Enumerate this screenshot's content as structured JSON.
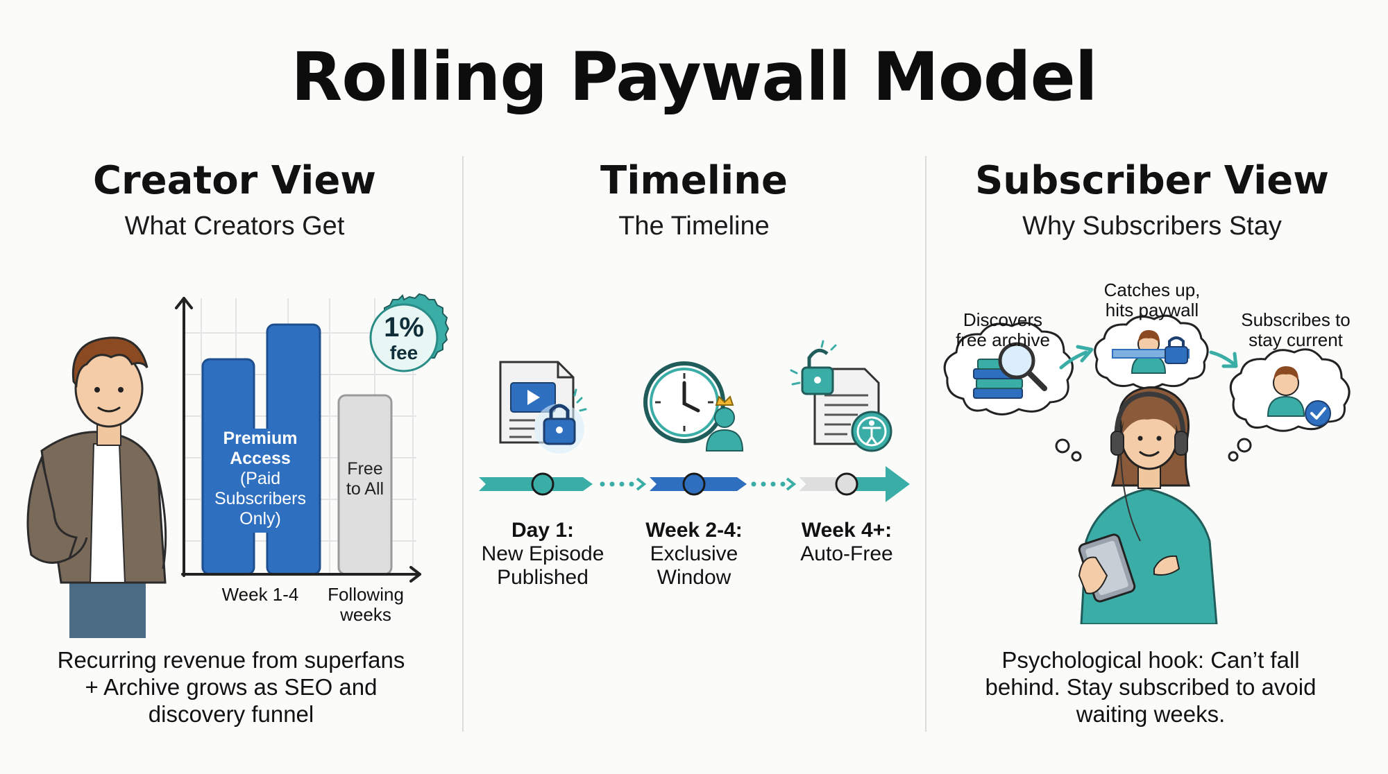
{
  "title": "Rolling Paywall Model",
  "creator": {
    "heading": "Creator View",
    "subheading": "What Creators Get",
    "fee_badge": {
      "line1": "1%",
      "line2": "fee"
    },
    "bars": {
      "premium_label": "Premium Access (Paid Subscribers Only)",
      "premium_line1": "Premium",
      "premium_line2": "Access",
      "premium_line3": "(Paid",
      "premium_line4": "Subscribers",
      "premium_line5": "Only)",
      "free_line1": "Free",
      "free_line2": "to All"
    },
    "x_labels": {
      "week": "Week 1-4",
      "following_line1": "Following",
      "following_line2": "weeks"
    },
    "caption_line1": "Recurring revenue from superfans",
    "caption_line2": "+ Archive grows as SEO and",
    "caption_line3": "discovery funnel"
  },
  "timeline": {
    "heading": "Timeline",
    "subheading": "The Timeline",
    "steps": [
      {
        "title": "Day 1:",
        "line1": "New Episode",
        "line2": "Published"
      },
      {
        "title": "Week 2-4:",
        "line1": "Exclusive",
        "line2": "Window"
      },
      {
        "title": "Week 4+:",
        "line1": "Auto-Free",
        "line2": ""
      }
    ]
  },
  "subscriber": {
    "heading": "Subscriber View",
    "subheading": "Why Subscribers Stay",
    "thoughts": [
      {
        "line1": "Discovers",
        "line2": "free archive"
      },
      {
        "line1": "Catches up,",
        "line2": "hits paywall"
      },
      {
        "line1": "Subscribes to",
        "line2": "stay current"
      }
    ],
    "caption_line1": "Psychological hook: Can’t fall",
    "caption_line2": "behind. Stay subscribed to avoid",
    "caption_line3": "waiting weeks."
  },
  "colors": {
    "blue": "#2f6fbf",
    "teal": "#3aaea6",
    "gray_bar": "#dcdcdc",
    "dark": "#1f3a4a"
  }
}
